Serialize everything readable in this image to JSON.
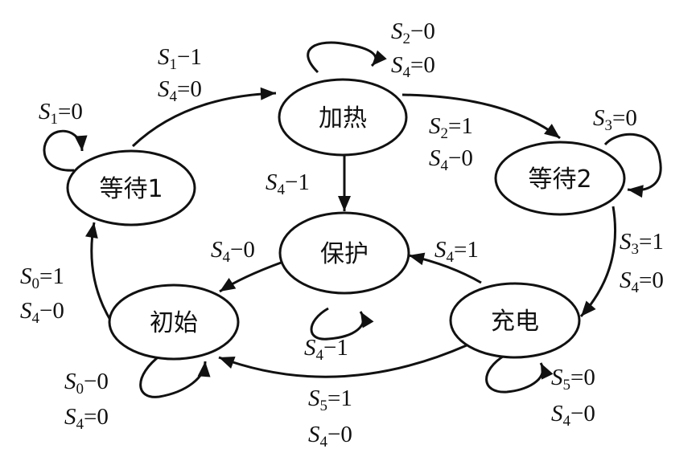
{
  "diagram": {
    "states": {
      "wait1": "等待1",
      "heat": "加热",
      "wait2": "等待2",
      "protect": "保护",
      "init": "初始",
      "charge": "充电"
    },
    "transitions": {
      "wait1_heat": {
        "l1": {
          "var": "S",
          "sub": "1",
          "rest": "−1"
        },
        "l2": {
          "var": "S",
          "sub": "4",
          "rest": "=0"
        }
      },
      "heat_self": {
        "l1": {
          "var": "S",
          "sub": "2",
          "rest": "−0"
        },
        "l2": {
          "var": "S",
          "sub": "4",
          "rest": "=0"
        }
      },
      "wait1_self": {
        "l1": {
          "var": "S",
          "sub": "1",
          "rest": "=0"
        }
      },
      "heat_wait2": {
        "l1": {
          "var": "S",
          "sub": "2",
          "rest": "=1"
        },
        "l2": {
          "var": "S",
          "sub": "4",
          "rest": "−0"
        }
      },
      "wait2_self": {
        "l1": {
          "var": "S",
          "sub": "3",
          "rest": "=0"
        }
      },
      "heat_protect": {
        "l1": {
          "var": "S",
          "sub": "4",
          "rest": "−1"
        }
      },
      "wait2_charge": {
        "l1": {
          "var": "S",
          "sub": "3",
          "rest": "=1"
        },
        "l2": {
          "var": "S",
          "sub": "4",
          "rest": "=0"
        }
      },
      "protect_init": {
        "l1": {
          "var": "S",
          "sub": "4",
          "rest": "−0"
        }
      },
      "charge_protect": {
        "l1": {
          "var": "S",
          "sub": "4",
          "rest": "=1"
        }
      },
      "init_wait1": {
        "l1": {
          "var": "S",
          "sub": "0",
          "rest": "=1"
        },
        "l2": {
          "var": "S",
          "sub": "4",
          "rest": "−0"
        }
      },
      "protect_self": {
        "l1": {
          "var": "S",
          "sub": "4",
          "rest": "−1"
        }
      },
      "init_self": {
        "l1": {
          "var": "S",
          "sub": "0",
          "rest": "−0"
        },
        "l2": {
          "var": "S",
          "sub": "4",
          "rest": "=0"
        }
      },
      "charge_init": {
        "l1": {
          "var": "S",
          "sub": "5",
          "rest": "=1"
        },
        "l2": {
          "var": "S",
          "sub": "4",
          "rest": "−0"
        }
      },
      "charge_self": {
        "l1": {
          "var": "S",
          "sub": "5",
          "rest": "=0"
        },
        "l2": {
          "var": "S",
          "sub": "4",
          "rest": "−0"
        }
      }
    }
  }
}
